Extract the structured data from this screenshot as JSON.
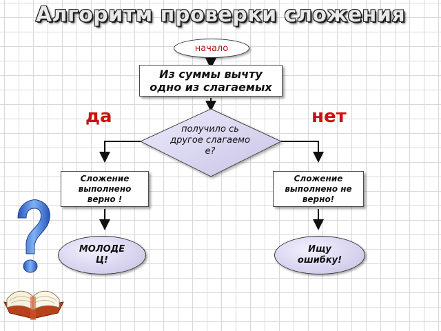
{
  "title": "Алгоритм проверки сложения",
  "start": "начало",
  "process": "Из суммы вычту одно из слагаемых",
  "decision": "получило сь другое слагаемо е?",
  "yes_label": "да",
  "no_label": "нет",
  "left_result": "Сложение выполнено верно !",
  "right_result": "Сложение выполнено не верно!",
  "left_end": "МОЛОДЕ Ц!",
  "right_end": "Ищу ошибку!",
  "colors": {
    "yes_no": "#cc1111",
    "start_text": "#b01010",
    "decision_fill": "#d4cfee",
    "question_mark": "#3a6fd0"
  },
  "icons": [
    "question-mark-icon",
    "open-book-icon"
  ]
}
